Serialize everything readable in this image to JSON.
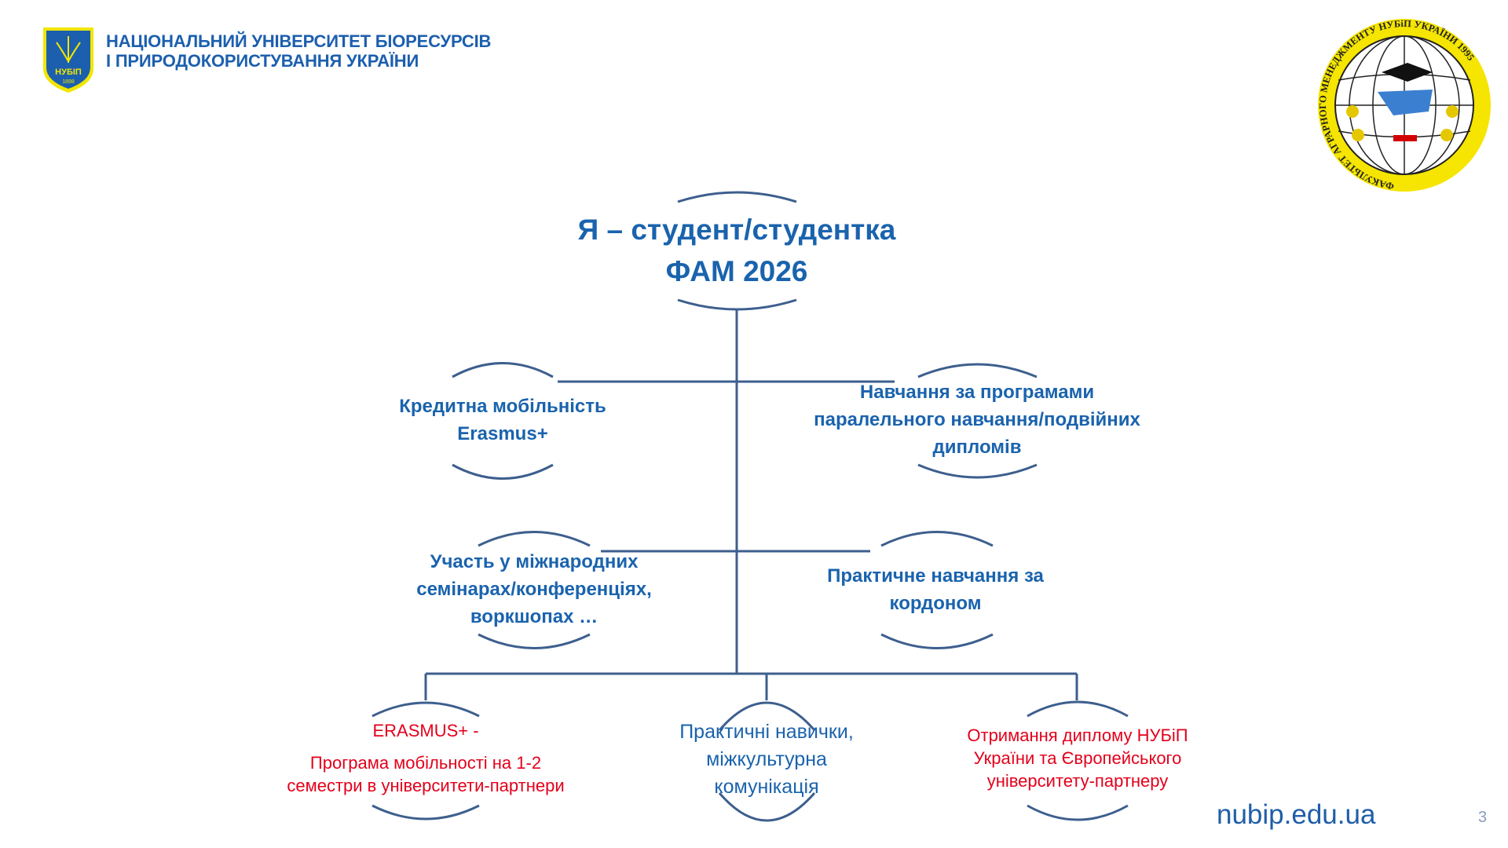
{
  "header": {
    "university_line1": "НАЦІОНАЛЬНИЙ УНІВЕРСИТЕТ БІОРЕСУРСІВ",
    "university_line2": "І ПРИРОДОКОРИСТУВАННЯ УКРАЇНИ",
    "shield_logo_text": "НУБіП",
    "shield_logo_year": "1898",
    "faculty_emblem_text": "ФАКУЛЬТЕТ АГРАРНОГО МЕНЕДЖМЕНТУ НУБіП УКРАЇНИ 1995"
  },
  "diagram": {
    "root": {
      "line1": "Я – студент/студентка",
      "line2": "ФАМ 2026"
    },
    "level1": [
      {
        "lines": [
          "Кредитна мобільність",
          "Erasmus+"
        ]
      },
      {
        "lines": [
          "Навчання за програмами",
          "паралельного навчання/подвійних",
          "дипломів"
        ]
      }
    ],
    "level2": [
      {
        "lines": [
          "Участь у міжнародних",
          "семінарах/конференціях,",
          "воркшопах …"
        ]
      },
      {
        "lines": [
          "Практичне навчання за",
          "кордоном"
        ]
      }
    ],
    "level3": [
      {
        "lines": [
          "ERASMUS+ -",
          "Програма мобільності на 1-2",
          "семестри в університети-партнери"
        ]
      },
      {
        "lines": [
          "Практичні навички,",
          "міжкультурна",
          "комунікація"
        ]
      },
      {
        "lines": [
          "Отримання диплому НУБіП",
          "України та Європейського",
          "університету-партнеру"
        ]
      }
    ]
  },
  "footer": {
    "url": "nubip.edu.ua",
    "page_number": "3"
  },
  "colors": {
    "primary_blue": "#1a63ad",
    "accent_red": "#e3001b",
    "line": "#3d5f8e",
    "emblem_yellow": "#f5e500"
  }
}
